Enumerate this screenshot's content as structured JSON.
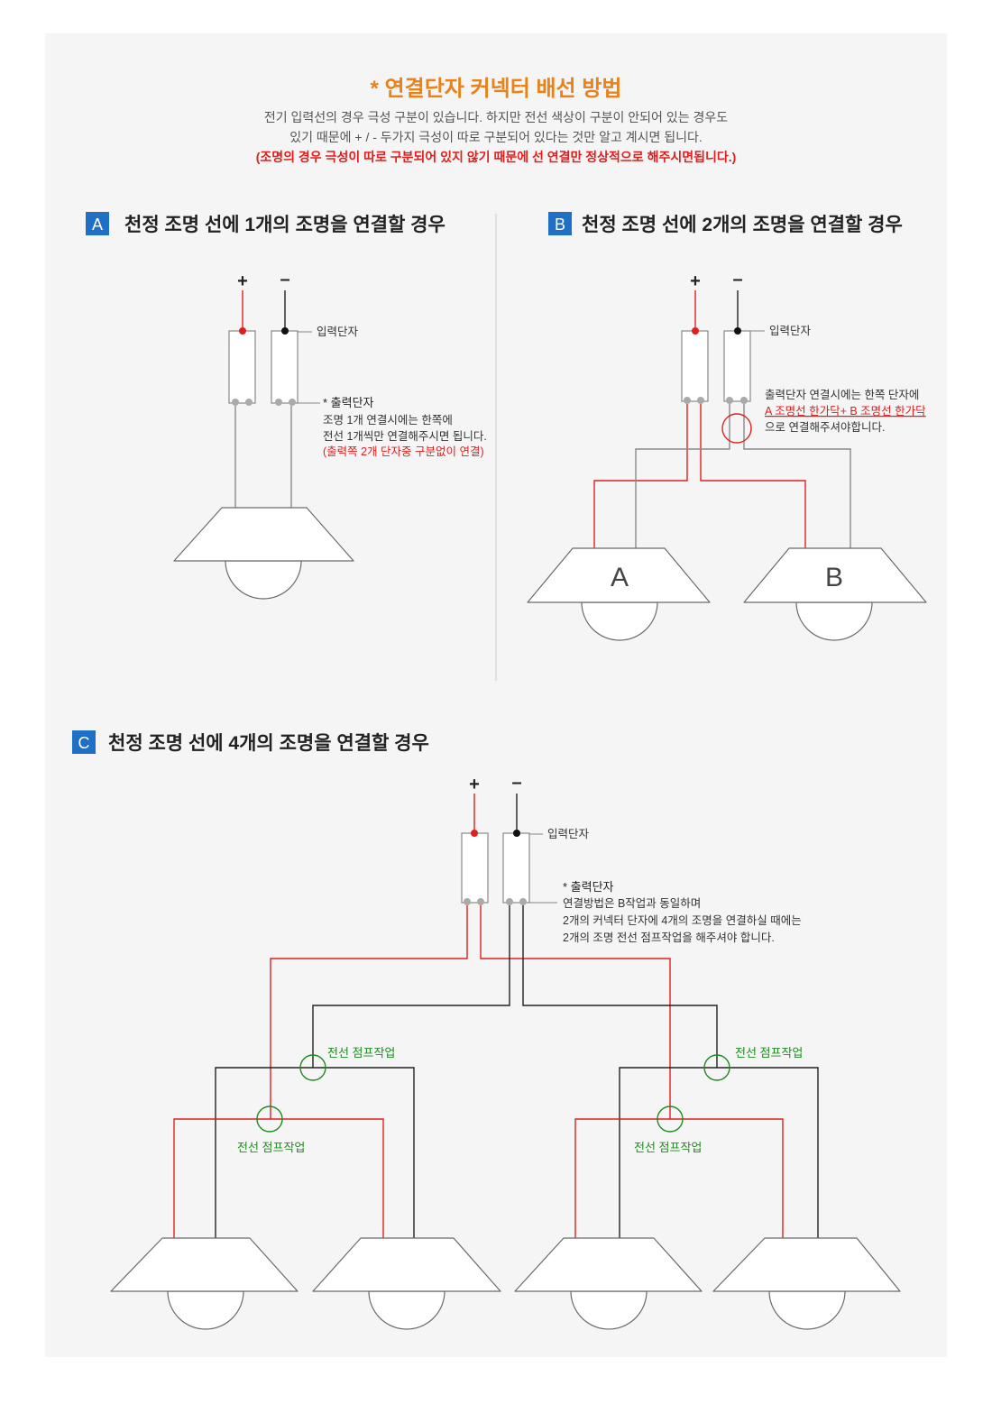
{
  "header": {
    "title": "* 연결단자 커넥터 배선 방법",
    "desc_line1": "전기 입력선의 경우 극성 구분이 있습니다. 하지만 전선 색상이 구분이 안되어 있는 경우도",
    "desc_line2": "있기 때문에 + / -  두가지 극성이 따로 구분되어 있다는 것만 알고 계시면 됩니다.",
    "warning": "(조명의 경우 극성이 따로 구분되어 있지 않기 때문에 선 연결만 정상적으로 해주시면됩니다.)"
  },
  "colors": {
    "title_accent": "#e8821a",
    "warning_red": "#e01e1e",
    "badge_blue": "#1f6fc5",
    "jump_green": "#1e8a1e",
    "positive_wire": "#e02020",
    "negative_wire": "#222222",
    "panel_background": "#f5f5f5"
  },
  "section_a": {
    "badge": "A",
    "title": "천정 조명 선에 1개의 조명을 연결할 경우",
    "plus": "+",
    "minus": "–",
    "input_label": "입력단자",
    "output_label": "* 출력단자",
    "note_line1": "조명 1개 연결시에는 한쪽에",
    "note_line2": "전선 1개씩만 연결해주시면 됩니다.",
    "note_warning": "(출력쪽 2개 단자중 구분없이 연결)"
  },
  "section_b": {
    "badge": "B",
    "title": "천정 조명 선에 2개의 조명을 연결할 경우",
    "plus": "+",
    "minus": "–",
    "input_label": "입력단자",
    "note_line1": "출력단자 연결시에는  한쪽 단자에",
    "note_line2": "A 조명선 한가닥+ B 조명선 한가닥",
    "note_line3": "으로 연결해주셔야합니다.",
    "lamp_a": "A",
    "lamp_b": "B"
  },
  "section_c": {
    "badge": "C",
    "title": "천정 조명 선에 4개의 조명을 연결할 경우",
    "plus": "+",
    "minus": "–",
    "input_label": "입력단자",
    "output_label": "* 출력단자",
    "note_line1": "연결방법은 B작업과 동일하며",
    "note_line2": "2개의 커넥터 단자에 4개의 조명을 연결하실 때에는",
    "note_line3": "2개의 조명 전선 점프작업을 해주셔야 합니다.",
    "jump_labels": [
      "전선 점프작업",
      "전선 점프작업",
      "전선 점프작업",
      "전선 점프작업"
    ]
  }
}
